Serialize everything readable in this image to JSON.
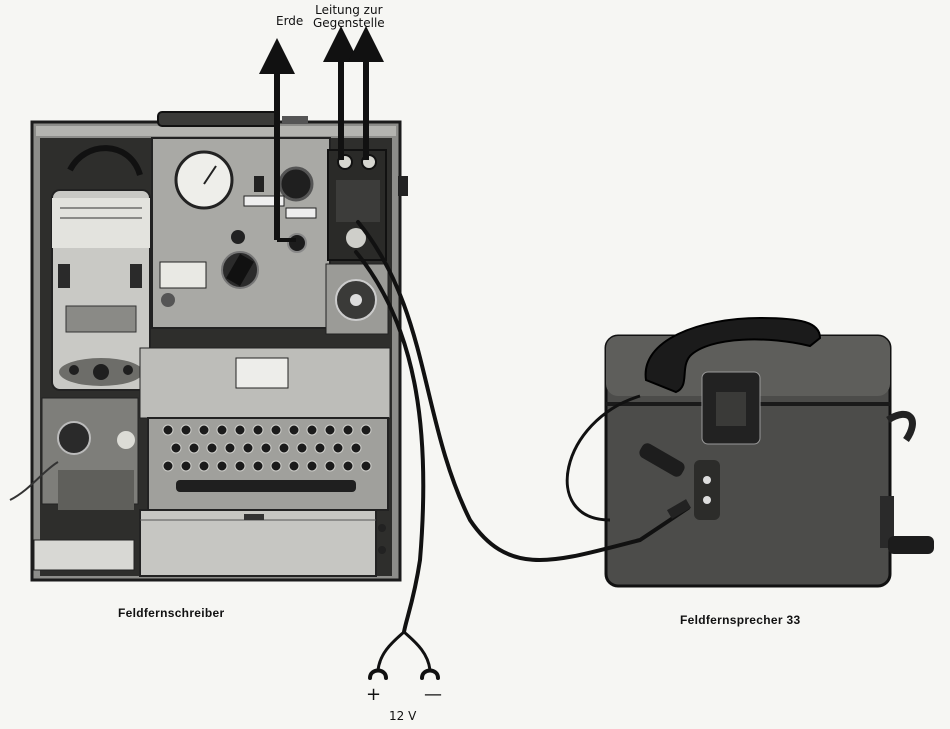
{
  "labels": {
    "ground": "Erde",
    "line_line1": "Leitung zur",
    "line_line2": "Gegenstelle",
    "teleprinter": "Feldfernschreiber",
    "telephone": "Feldfernsprecher 33",
    "plus": "+",
    "minus": "—",
    "voltage": "12 V"
  }
}
